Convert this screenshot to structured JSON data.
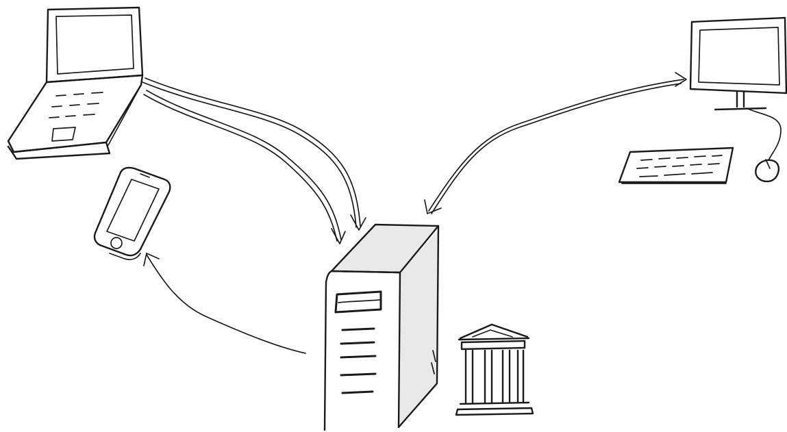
{
  "diagram": {
    "style": "hand-drawn sketch",
    "colors": {
      "ink": "#1a1a1a",
      "background": "#ffffff",
      "shade": "#e9e9e9"
    },
    "nodes": [
      {
        "id": "laptop",
        "icon": "laptop-icon"
      },
      {
        "id": "smartphone",
        "icon": "smartphone-icon"
      },
      {
        "id": "desktop",
        "icon": "desktop-computer-icon"
      },
      {
        "id": "server",
        "icon": "server-tower-icon"
      },
      {
        "id": "institution",
        "icon": "bank-building-icon"
      }
    ],
    "edges": [
      {
        "from": "laptop",
        "to": "server",
        "direction": "one-way"
      },
      {
        "from": "laptop",
        "to": "server",
        "direction": "one-way"
      },
      {
        "from": "desktop",
        "to": "server",
        "direction": "two-way"
      },
      {
        "from": "server",
        "to": "smartphone",
        "direction": "one-way"
      }
    ]
  }
}
